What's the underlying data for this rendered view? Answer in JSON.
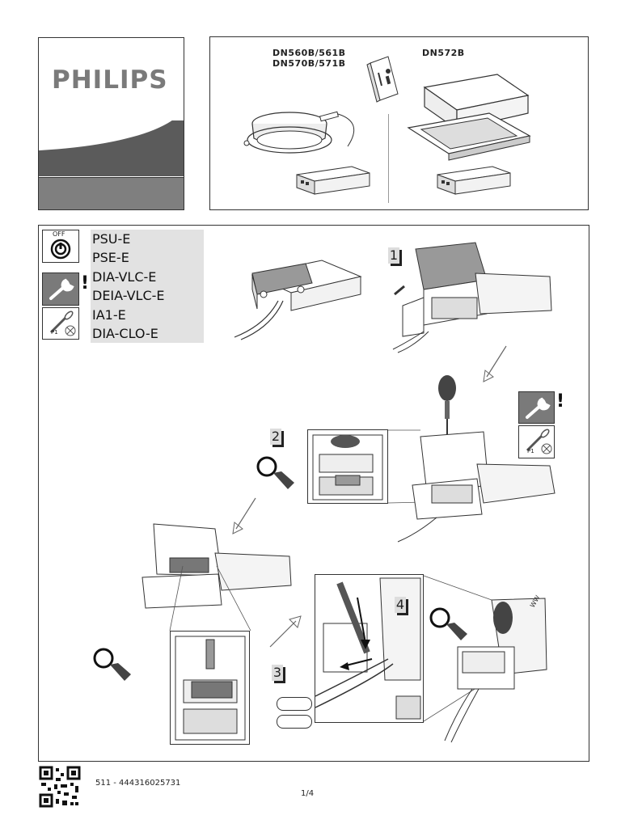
{
  "brand": {
    "name": "PHILIPS"
  },
  "products": {
    "models_round": [
      "DN560B/561B",
      "DN570B/571B"
    ],
    "model_square": "DN572B"
  },
  "compatibility": {
    "items": [
      "PSU-E",
      "PSE-E",
      "DIA-VLC-E",
      "DEIA-VLC-E",
      "IA1-E",
      "DIA-CLO-E"
    ]
  },
  "icons": {
    "power_label": "OFF",
    "screwdriver_label": "P1"
  },
  "steps": [
    "1",
    "2",
    "3",
    "4"
  ],
  "warnings": {
    "mark": "!"
  },
  "footer": {
    "code": "511 - 444316025731",
    "page": "1/4"
  }
}
